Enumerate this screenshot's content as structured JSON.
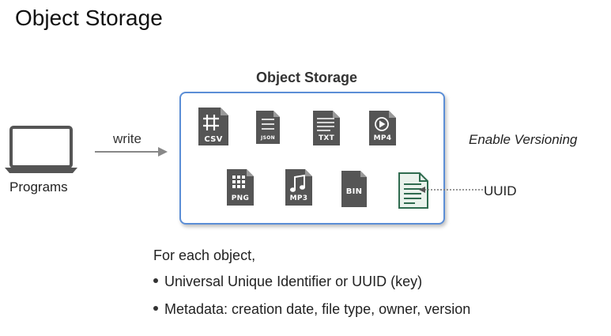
{
  "page_title": "Object Storage",
  "diagram": {
    "storage_heading": "Object Storage",
    "client_label": "Programs",
    "arrow_label": "write",
    "versioning_label": "Enable Versioning",
    "uuid_label": "UUID",
    "file_types": [
      "CSV",
      "JSON",
      "TXT",
      "MP4",
      "PNG",
      "MP3",
      "BIN"
    ]
  },
  "body": {
    "intro": "For each object,",
    "bullets": [
      "Universal Unique Identifier or UUID (key)",
      "Metadata: creation date, file type, owner, version"
    ]
  },
  "colors": {
    "box_border": "#5b8ed6",
    "icon_gray": "#555555",
    "doc_green": "#2f6b4f"
  }
}
